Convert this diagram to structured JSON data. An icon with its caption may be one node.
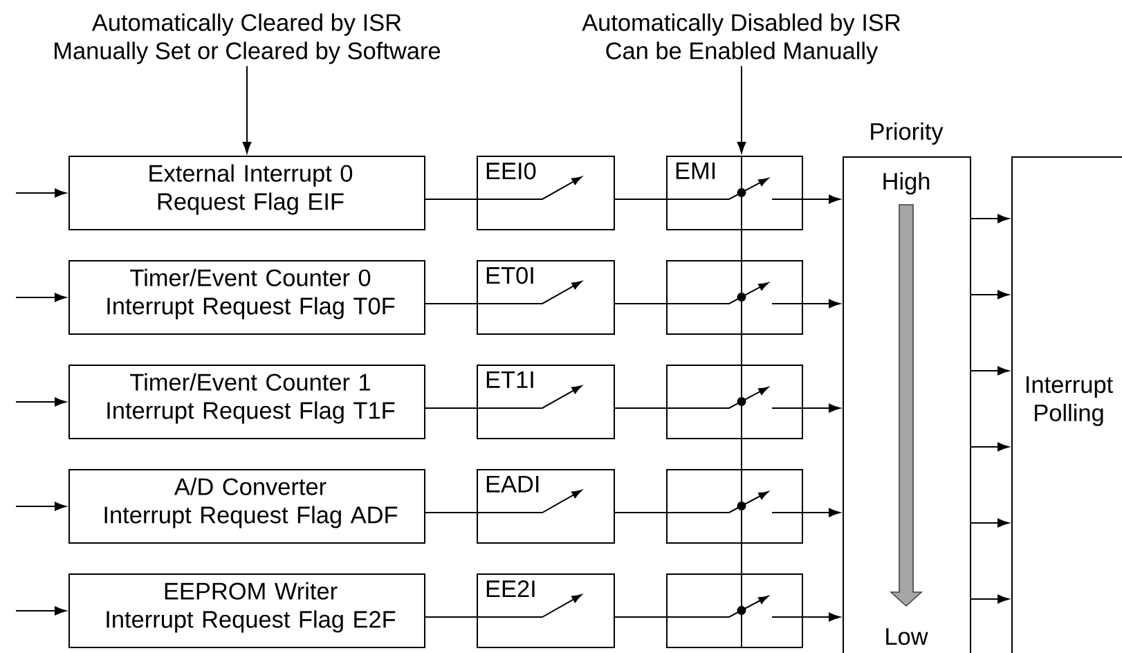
{
  "diagram": {
    "nodes": [
      {
        "text": [
          "Automatically Cleared by ISR Manually Set or Cleared by Software"
        ]
      },
      {
        "text": [
          "Automatically Disabled by ISR Can be Enabled Manually"
        ]
      },
      {
        "text": [
          "External Interrupt 0 Request Flag EIF"
        ]
      },
      {
        "text": [
          "EEI0"
        ]
      },
      {
        "text": [
          "EMI"
        ]
      },
      {
        "text": [
          "Timer/Event Counter 0 Interrupt Request Flag T0F"
        ]
      },
      {
        "text": [
          "ET0I"
        ]
      },
      {
        "text": [],
        "shape": "box"
      },
      {
        "text": [
          "Timer/Event Counter 1 Interrupt Request Flag T1F"
        ]
      },
      {
        "text": [
          "ET1I"
        ]
      },
      {
        "text": [],
        "shape": "box"
      },
      {
        "text": [
          "A/D Converter Interrupt Request Flag ADF"
        ]
      },
      {
        "text": [
          "EADI"
        ]
      },
      {
        "text": [],
        "shape": "box"
      },
      {
        "text": [
          "EEPROM Writer Interrupt Request Flag E2F"
        ]
      },
      {
        "text": [
          "EE2I"
        ]
      },
      {
        "text": [],
        "shape": "box"
      },
      {
        "text": [
          "Priority",
          "High",
          "Low"
        ]
      },
      {
        "text": [
          "Interrupt Polling"
        ]
      }
    ],
    "edges": [
      {
        "from": 0,
        "to": 2,
        "arrow": "to"
      },
      {
        "from": 1,
        "to": 4,
        "arrow": "to"
      },
      {
        "from": null,
        "to": 2,
        "arrow": "to"
      },
      {
        "from": 2,
        "to": 3,
        "arrow": "none"
      },
      {
        "from": 3,
        "to": 4,
        "arrow": "none"
      },
      {
        "from": 4,
        "to": 17,
        "arrow": "to"
      },
      {
        "from": null,
        "to": 5,
        "arrow": "to"
      },
      {
        "from": 5,
        "to": 6,
        "arrow": "none"
      },
      {
        "from": 6,
        "to": 7,
        "arrow": "none"
      },
      {
        "from": 7,
        "to": 17,
        "arrow": "to"
      },
      {
        "from": null,
        "to": 8,
        "arrow": "to"
      },
      {
        "from": 8,
        "to": 9,
        "arrow": "none"
      },
      {
        "from": 9,
        "to": 10,
        "arrow": "none"
      },
      {
        "from": 10,
        "to": 17,
        "arrow": "to"
      },
      {
        "from": null,
        "to": 11,
        "arrow": "to"
      },
      {
        "from": 11,
        "to": 12,
        "arrow": "none"
      },
      {
        "from": 12,
        "to": 13,
        "arrow": "none"
      },
      {
        "from": 13,
        "to": 17,
        "arrow": "to"
      },
      {
        "from": null,
        "to": 14,
        "arrow": "to"
      },
      {
        "from": 14,
        "to": 15,
        "arrow": "none"
      },
      {
        "from": 15,
        "to": 16,
        "arrow": "none"
      },
      {
        "from": 16,
        "to": 17,
        "arrow": "to"
      },
      {
        "from": 4,
        "to": 7,
        "arrow": "none"
      },
      {
        "from": 7,
        "to": 10,
        "arrow": "none"
      },
      {
        "from": 10,
        "to": 13,
        "arrow": "none"
      },
      {
        "from": 13,
        "to": 16,
        "arrow": "none"
      },
      {
        "from": 17,
        "to": 18,
        "arrow": "to"
      },
      {
        "from": 17,
        "to": 18,
        "arrow": "to"
      },
      {
        "from": 17,
        "to": 18,
        "arrow": "to"
      },
      {
        "from": 17,
        "to": 18,
        "arrow": "to"
      },
      {
        "from": 17,
        "to": 18,
        "arrow": "to"
      },
      {
        "from": 17,
        "to": 18,
        "arrow": "to"
      }
    ]
  }
}
